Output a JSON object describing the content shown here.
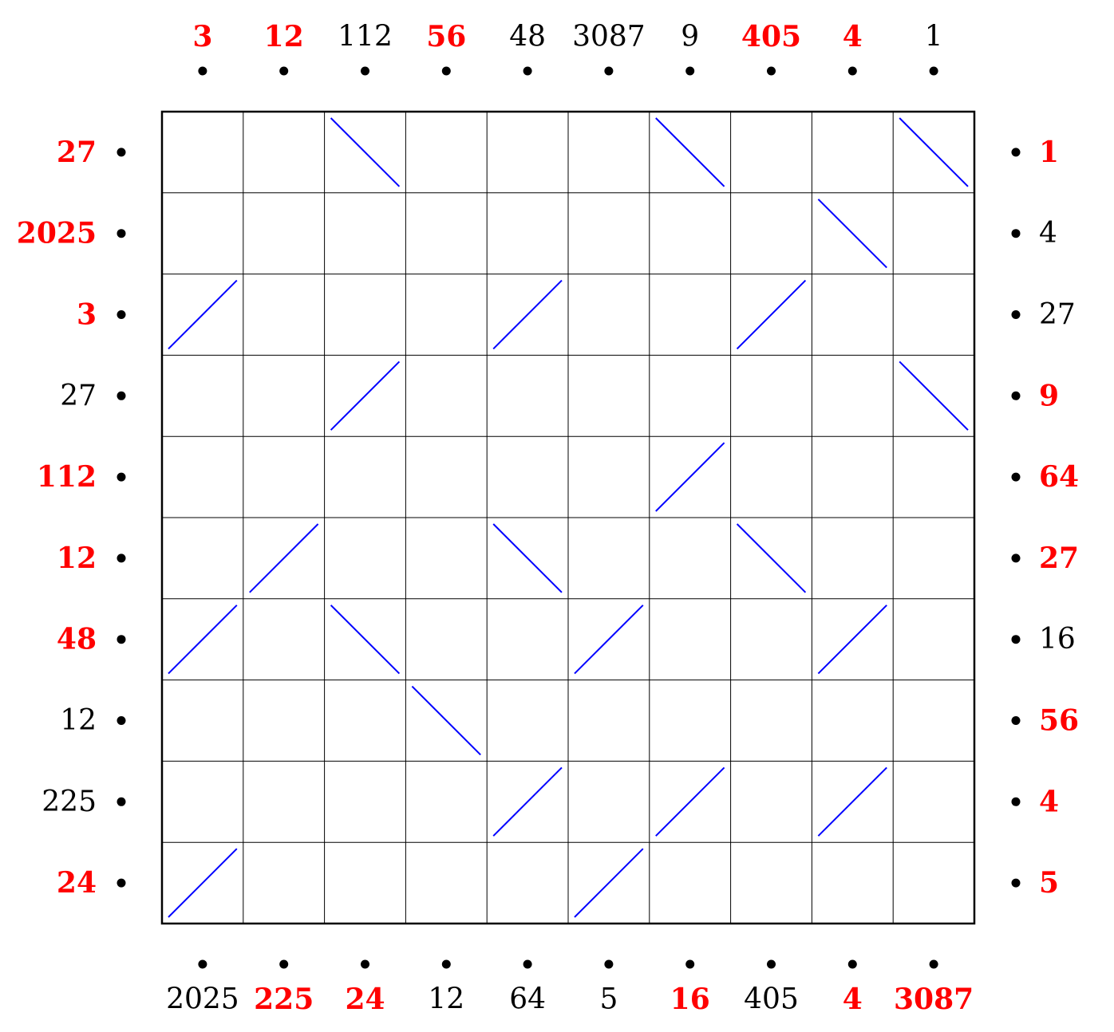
{
  "puzzle": {
    "size": 10,
    "highlight_color": "#ff0000",
    "normal_color": "#000000",
    "mirror_color": "#0000ff",
    "top": [
      {
        "value": "3",
        "highlighted": true
      },
      {
        "value": "12",
        "highlighted": true
      },
      {
        "value": "112",
        "highlighted": false
      },
      {
        "value": "56",
        "highlighted": true
      },
      {
        "value": "48",
        "highlighted": false
      },
      {
        "value": "3087",
        "highlighted": false
      },
      {
        "value": "9",
        "highlighted": false
      },
      {
        "value": "405",
        "highlighted": true
      },
      {
        "value": "4",
        "highlighted": true
      },
      {
        "value": "1",
        "highlighted": false
      }
    ],
    "bottom": [
      {
        "value": "2025",
        "highlighted": false
      },
      {
        "value": "225",
        "highlighted": true
      },
      {
        "value": "24",
        "highlighted": true
      },
      {
        "value": "12",
        "highlighted": false
      },
      {
        "value": "64",
        "highlighted": false
      },
      {
        "value": "5",
        "highlighted": false
      },
      {
        "value": "16",
        "highlighted": true
      },
      {
        "value": "405",
        "highlighted": false
      },
      {
        "value": "4",
        "highlighted": true
      },
      {
        "value": "3087",
        "highlighted": true
      }
    ],
    "left": [
      {
        "value": "27",
        "highlighted": true
      },
      {
        "value": "2025",
        "highlighted": true
      },
      {
        "value": "3",
        "highlighted": true
      },
      {
        "value": "27",
        "highlighted": false
      },
      {
        "value": "112",
        "highlighted": true
      },
      {
        "value": "12",
        "highlighted": true
      },
      {
        "value": "48",
        "highlighted": true
      },
      {
        "value": "12",
        "highlighted": false
      },
      {
        "value": "225",
        "highlighted": false
      },
      {
        "value": "24",
        "highlighted": true
      }
    ],
    "right": [
      {
        "value": "1",
        "highlighted": true
      },
      {
        "value": "4",
        "highlighted": false
      },
      {
        "value": "27",
        "highlighted": false
      },
      {
        "value": "9",
        "highlighted": true
      },
      {
        "value": "64",
        "highlighted": true
      },
      {
        "value": "27",
        "highlighted": true
      },
      {
        "value": "16",
        "highlighted": false
      },
      {
        "value": "56",
        "highlighted": true
      },
      {
        "value": "4",
        "highlighted": true
      },
      {
        "value": "5",
        "highlighted": true
      }
    ],
    "mirrors": [
      {
        "row": 0,
        "col": 2,
        "dir": "\\"
      },
      {
        "row": 0,
        "col": 6,
        "dir": "\\"
      },
      {
        "row": 0,
        "col": 9,
        "dir": "\\"
      },
      {
        "row": 1,
        "col": 8,
        "dir": "\\"
      },
      {
        "row": 2,
        "col": 0,
        "dir": "/"
      },
      {
        "row": 2,
        "col": 4,
        "dir": "/"
      },
      {
        "row": 2,
        "col": 7,
        "dir": "/"
      },
      {
        "row": 3,
        "col": 2,
        "dir": "/"
      },
      {
        "row": 3,
        "col": 9,
        "dir": "\\"
      },
      {
        "row": 4,
        "col": 6,
        "dir": "/"
      },
      {
        "row": 5,
        "col": 1,
        "dir": "/"
      },
      {
        "row": 5,
        "col": 4,
        "dir": "\\"
      },
      {
        "row": 5,
        "col": 7,
        "dir": "\\"
      },
      {
        "row": 6,
        "col": 0,
        "dir": "/"
      },
      {
        "row": 6,
        "col": 2,
        "dir": "\\"
      },
      {
        "row": 6,
        "col": 5,
        "dir": "/"
      },
      {
        "row": 6,
        "col": 8,
        "dir": "/"
      },
      {
        "row": 7,
        "col": 3,
        "dir": "\\"
      },
      {
        "row": 8,
        "col": 4,
        "dir": "/"
      },
      {
        "row": 8,
        "col": 6,
        "dir": "/"
      },
      {
        "row": 8,
        "col": 8,
        "dir": "/"
      },
      {
        "row": 9,
        "col": 0,
        "dir": "/"
      },
      {
        "row": 9,
        "col": 5,
        "dir": "/"
      }
    ]
  }
}
